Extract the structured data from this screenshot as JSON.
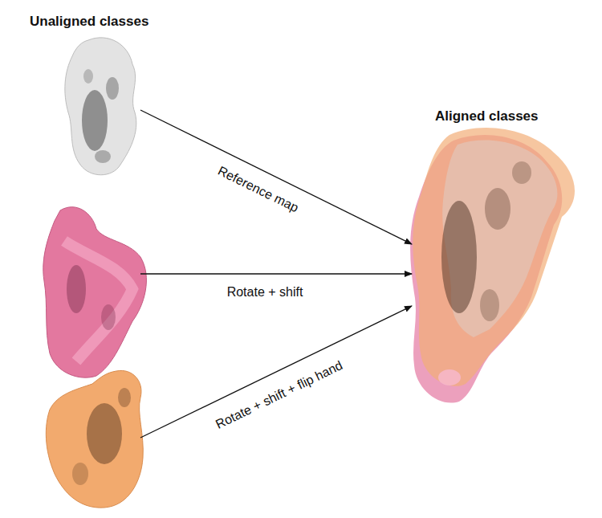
{
  "diagram": {
    "labels": [
      "Unaligned classes",
      "Reference map",
      "Rotate + shift",
      "Rotate + shift + flip hand",
      "Aligned classes"
    ]
  }
}
